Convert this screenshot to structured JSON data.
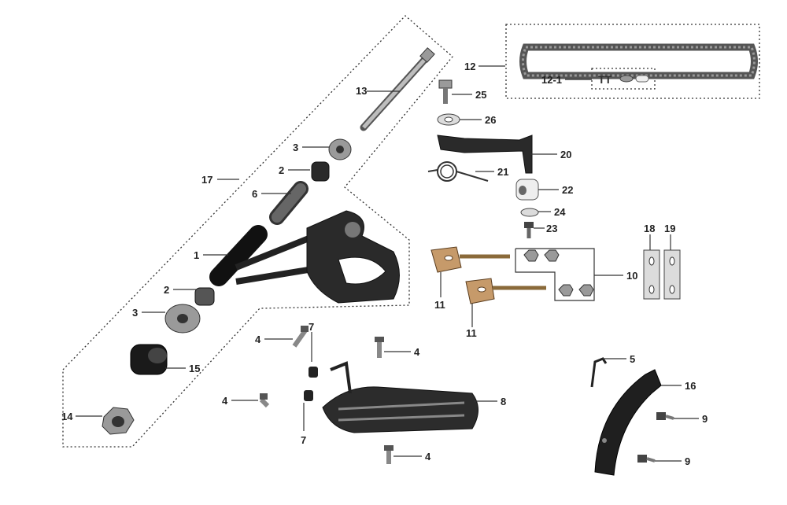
{
  "diagram": {
    "callouts": [
      {
        "id": "c13",
        "text": "13"
      },
      {
        "id": "c17",
        "text": "17"
      },
      {
        "id": "c3a",
        "text": "3"
      },
      {
        "id": "c2a",
        "text": "2"
      },
      {
        "id": "c6",
        "text": "6"
      },
      {
        "id": "c1",
        "text": "1"
      },
      {
        "id": "c2b",
        "text": "2"
      },
      {
        "id": "c3b",
        "text": "3"
      },
      {
        "id": "c15",
        "text": "15"
      },
      {
        "id": "c14",
        "text": "14"
      },
      {
        "id": "c4a",
        "text": "4"
      },
      {
        "id": "c7a",
        "text": "7"
      },
      {
        "id": "c4b",
        "text": "4"
      },
      {
        "id": "c4c",
        "text": "4"
      },
      {
        "id": "c7b",
        "text": "7"
      },
      {
        "id": "c8",
        "text": "8"
      },
      {
        "id": "c4d",
        "text": "4"
      },
      {
        "id": "c12",
        "text": "12"
      },
      {
        "id": "c12_1",
        "text": "12-1"
      },
      {
        "id": "c25",
        "text": "25"
      },
      {
        "id": "c26",
        "text": "26"
      },
      {
        "id": "c20",
        "text": "20"
      },
      {
        "id": "c21",
        "text": "21"
      },
      {
        "id": "c22",
        "text": "22"
      },
      {
        "id": "c24",
        "text": "24"
      },
      {
        "id": "c23",
        "text": "23"
      },
      {
        "id": "c18",
        "text": "18"
      },
      {
        "id": "c19",
        "text": "19"
      },
      {
        "id": "c10",
        "text": "10"
      },
      {
        "id": "c11a",
        "text": "11"
      },
      {
        "id": "c11b",
        "text": "11"
      },
      {
        "id": "c5",
        "text": "5"
      },
      {
        "id": "c16",
        "text": "16"
      },
      {
        "id": "c9a",
        "text": "9"
      },
      {
        "id": "c9b",
        "text": "9"
      }
    ]
  },
  "colors": {
    "background": "#ffffff",
    "part_dark": "#2a2a2a",
    "part_metal": "#9a9a9a",
    "part_tan": "#c69a6a",
    "label": "#222222"
  }
}
